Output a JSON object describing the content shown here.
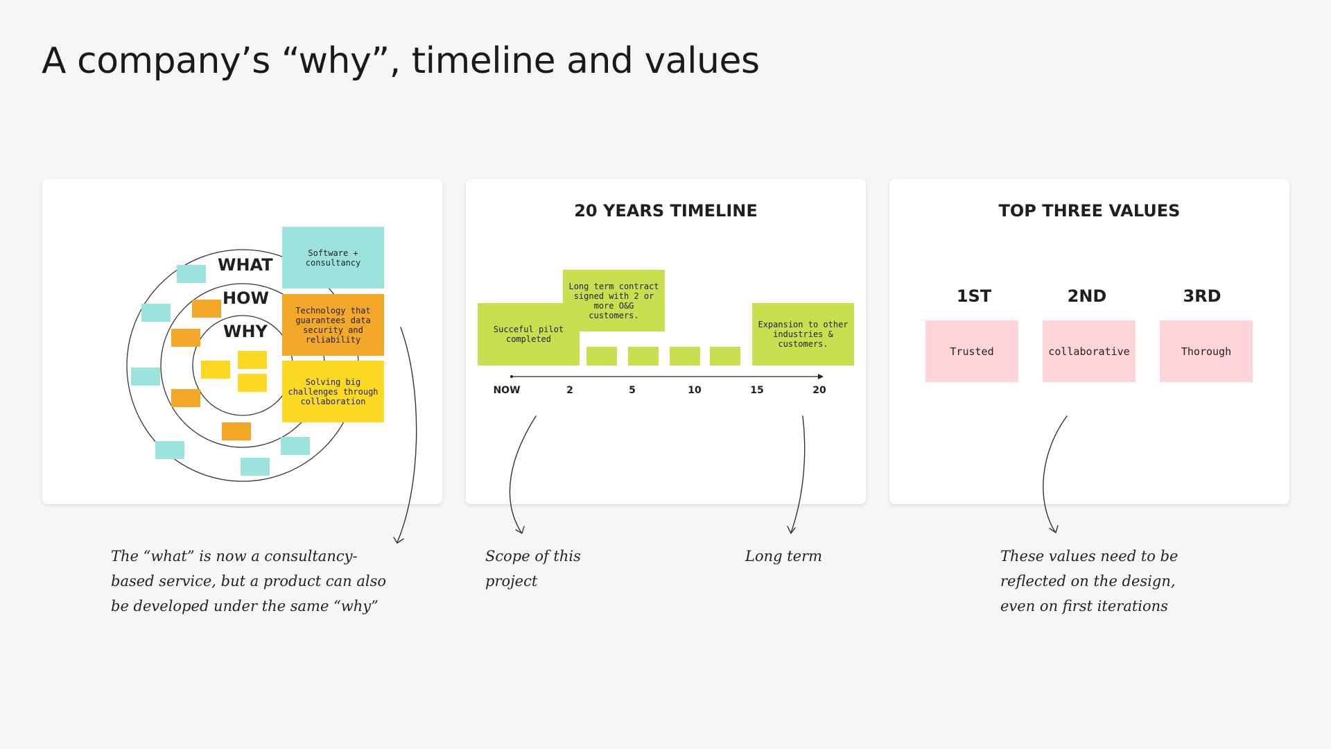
{
  "title": "A company’s “why”, timeline and values",
  "colors": {
    "cyan": "#9de3dd",
    "orange": "#f3a82a",
    "yellow": "#fdd923",
    "lime": "#c8df4f",
    "pink": "#fdd4d7"
  },
  "circles": {
    "what_label": "WHAT",
    "how_label": "HOW",
    "why_label": "WHY",
    "notes": {
      "what": "Software + consultancy",
      "how": "Technology that guarantees data security and reliability",
      "why": "Solving big challenges through collaboration"
    }
  },
  "timeline": {
    "title": "20 YEARS TIMELINE",
    "ticks": [
      "NOW",
      "2",
      "5",
      "10",
      "15",
      "20"
    ],
    "notes": {
      "pilot": "Succeful pilot completed",
      "contract": "Long term contract signed with 2 or more O&G customers.",
      "expansion": "Expansion to other industries & customers."
    }
  },
  "values": {
    "title": "TOP THREE VALUES",
    "ranks": [
      "1ST",
      "2ND",
      "3RD"
    ],
    "items": [
      "Trusted",
      "collaborative",
      "Thorough"
    ]
  },
  "captions": {
    "what": [
      "The “what” is now a consultancy-",
      "based service, but a product can also",
      "be developed under the same “why”"
    ],
    "scope": [
      "Scope of this",
      "project"
    ],
    "long_term": "Long term",
    "values": [
      "These values need to be",
      "reflected on the design,",
      "even on first iterations"
    ]
  }
}
